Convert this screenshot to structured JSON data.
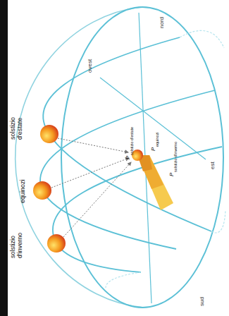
{
  "diagram": {
    "labels": [
      "solstizio d'estate",
      "equinozi",
      "solstizio d'inverno",
      "nord",
      "ovest",
      "est",
      "sud",
      "P",
      "solstizio d'estate",
      "P",
      "solstizio d'inverno",
      "P",
      "equinozi"
    ]
  }
}
